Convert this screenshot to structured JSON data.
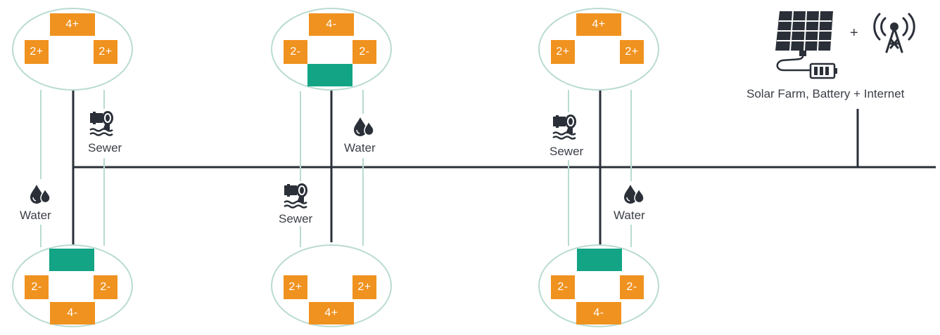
{
  "diagram": {
    "clusters": [
      {
        "id": "top-1",
        "top": "4+",
        "left": "2+",
        "right": "2+",
        "bottom": "",
        "variant": "top"
      },
      {
        "id": "top-2",
        "top": "4-",
        "left": "2-",
        "right": "2-",
        "bottom": "",
        "variant": "top-green"
      },
      {
        "id": "top-3",
        "top": "4+",
        "left": "2+",
        "right": "2+",
        "bottom": "",
        "variant": "top"
      },
      {
        "id": "bottom-1",
        "top": "",
        "left": "2-",
        "right": "2-",
        "bottom": "4-",
        "variant": "bottom-green"
      },
      {
        "id": "bottom-2",
        "top": "",
        "left": "2+",
        "right": "2+",
        "bottom": "4+",
        "variant": "bottom"
      },
      {
        "id": "bottom-3",
        "top": "",
        "left": "2-",
        "right": "2-",
        "bottom": "4-",
        "variant": "bottom-green"
      }
    ],
    "labels": {
      "sewer": "Sewer",
      "water": "Water",
      "solar": "Solar Farm, Battery + Internet",
      "plus": "+"
    },
    "colors": {
      "orange": "#f0921f",
      "green": "#12a485",
      "line_dark": "#2a2f38",
      "line_light": "#b9dbd2",
      "text": "#3b3f46"
    },
    "icons": [
      "sewer-pipe-icon",
      "water-drop-icon",
      "solar-panel-icon",
      "battery-icon",
      "antenna-icon"
    ]
  }
}
